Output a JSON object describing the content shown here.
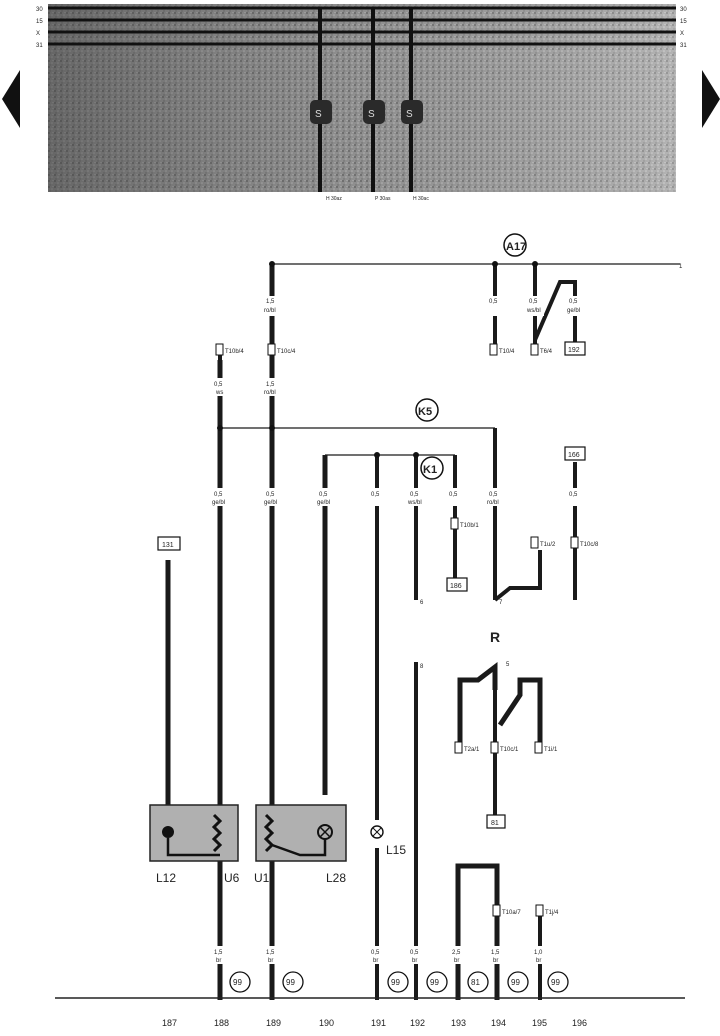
{
  "nav": {
    "prev": "previous-page",
    "next": "next-page"
  },
  "header": {
    "bus_left": [
      "30",
      "15",
      "X",
      "31"
    ],
    "bus_right": [
      "30",
      "15",
      "X",
      "31"
    ],
    "fuses": [
      "S",
      "S",
      "S"
    ],
    "fuse_labels": [
      "H 30az",
      "P 30as",
      "H 30ac"
    ]
  },
  "components": {
    "A17": "A17",
    "K5": "K5",
    "K1": "K1",
    "R": "R",
    "L12": "L12",
    "U6": "U6",
    "U1": "U1",
    "L28": "L28",
    "L15": "L15"
  },
  "boxes": {
    "b131": "131",
    "b192": "192",
    "b186": "186",
    "b166": "166",
    "b81": "81"
  },
  "wires": {
    "w1": "1,5",
    "w1c": "ro/bl",
    "w2": "0,5",
    "w2c": "ws",
    "w3": "1,5",
    "w3c": "ro/bl",
    "w4": "0,5",
    "w5": "0,5",
    "w5c": "ws/bl",
    "w6": "0,5",
    "w6c": "ge/bl",
    "w7": "0,5",
    "w7c": "ge/bl",
    "w8": "0,5",
    "w8c": "ge/bl",
    "w9": "0,5",
    "w9c": "ge/bl",
    "w10": "0,5",
    "w11": "0,5",
    "w11c": "ws/bl",
    "w12": "0,5",
    "w13": "0,5",
    "w13c": "ro/bl",
    "w14": "0,5",
    "w15": "1,5",
    "w15c": "br",
    "w16": "1,5",
    "w16c": "br",
    "w17": "0,5",
    "w17c": "br",
    "w18": "0,5",
    "w18c": "br",
    "w19": "2,5",
    "w19c": "br",
    "w20": "1,5",
    "w20c": "br",
    "w21": "1,0",
    "w21c": "br"
  },
  "connectors": {
    "c1": "T10/4",
    "c2": "T10c/4",
    "c3": "T10b/4",
    "c4": "T6/4",
    "c5": "T10b/1",
    "c6": "T1u/2",
    "c7": "T10c/8",
    "c8": "T2a/1",
    "c9": "T10c/1",
    "c10": "T1i/1",
    "c11": "T10a/7",
    "c12": "T1j/4"
  },
  "grounds": [
    "99",
    "99",
    "99",
    "99",
    "81",
    "99",
    "99"
  ],
  "columns": [
    "187",
    "188",
    "189",
    "190",
    "191",
    "192",
    "193",
    "194",
    "195",
    "196"
  ],
  "pins": {
    "p6": "6",
    "p7": "7",
    "p8": "8",
    "p5": "5",
    "p1": "1"
  }
}
